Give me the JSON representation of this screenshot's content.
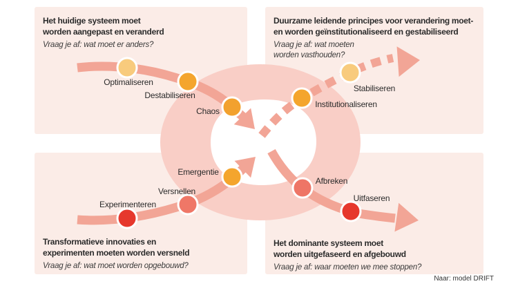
{
  "quadrants": {
    "top_left": {
      "heading_lines": [
        "Het huidige systeem moet",
        "worden aangepast en veranderd"
      ],
      "question_lines": [
        "Vraag je af: wat moet er anders?"
      ]
    },
    "top_right": {
      "heading_lines": [
        "Duurzame leidende principes voor verandering moet-",
        "en worden geïnstitutionaliseerd en gestabiliseerd"
      ],
      "question_lines": [
        "Vraag je af: wat moeten",
        "worden vasthouden?"
      ]
    },
    "bottom_left": {
      "heading_lines": [
        "Transformatieve innovaties en",
        "experimenten moeten worden versneld"
      ],
      "question_lines": [
        "Vraag je af: wat moet worden opgebouwd?"
      ]
    },
    "bottom_right": {
      "heading_lines": [
        "Het dominante systeem moet",
        "worden uitgefaseerd en afgebouwd"
      ],
      "question_lines": [
        "Vraag je af: waar moeten we mee stoppen?"
      ]
    }
  },
  "stages": [
    {
      "label": "Optimaliseren",
      "color": "#f8cb7d"
    },
    {
      "label": "Destabiliseren",
      "color": "#f4a52d"
    },
    {
      "label": "Chaos",
      "color": "#f2a12e"
    },
    {
      "label": "Institutionaliseren",
      "color": "#f4a52d"
    },
    {
      "label": "Stabiliseren",
      "color": "#f8cb7d"
    },
    {
      "label": "Emergentie",
      "color": "#f4a52d"
    },
    {
      "label": "Versnellen",
      "color": "#ef7767"
    },
    {
      "label": "Experimenteren",
      "color": "#e6382d"
    },
    {
      "label": "Afbreken",
      "color": "#ee7566"
    },
    {
      "label": "Uitfaseren",
      "color": "#e6382d"
    }
  ],
  "colors": {
    "panel_bg": "#fbece7",
    "ellipse": "#f9cec6",
    "flow": "#f2a596",
    "core": "#ffffff",
    "dot_ring": "#ffffff",
    "text": "#2b2b2b"
  },
  "footer": {
    "credit": "Naar: model DRIFT"
  }
}
